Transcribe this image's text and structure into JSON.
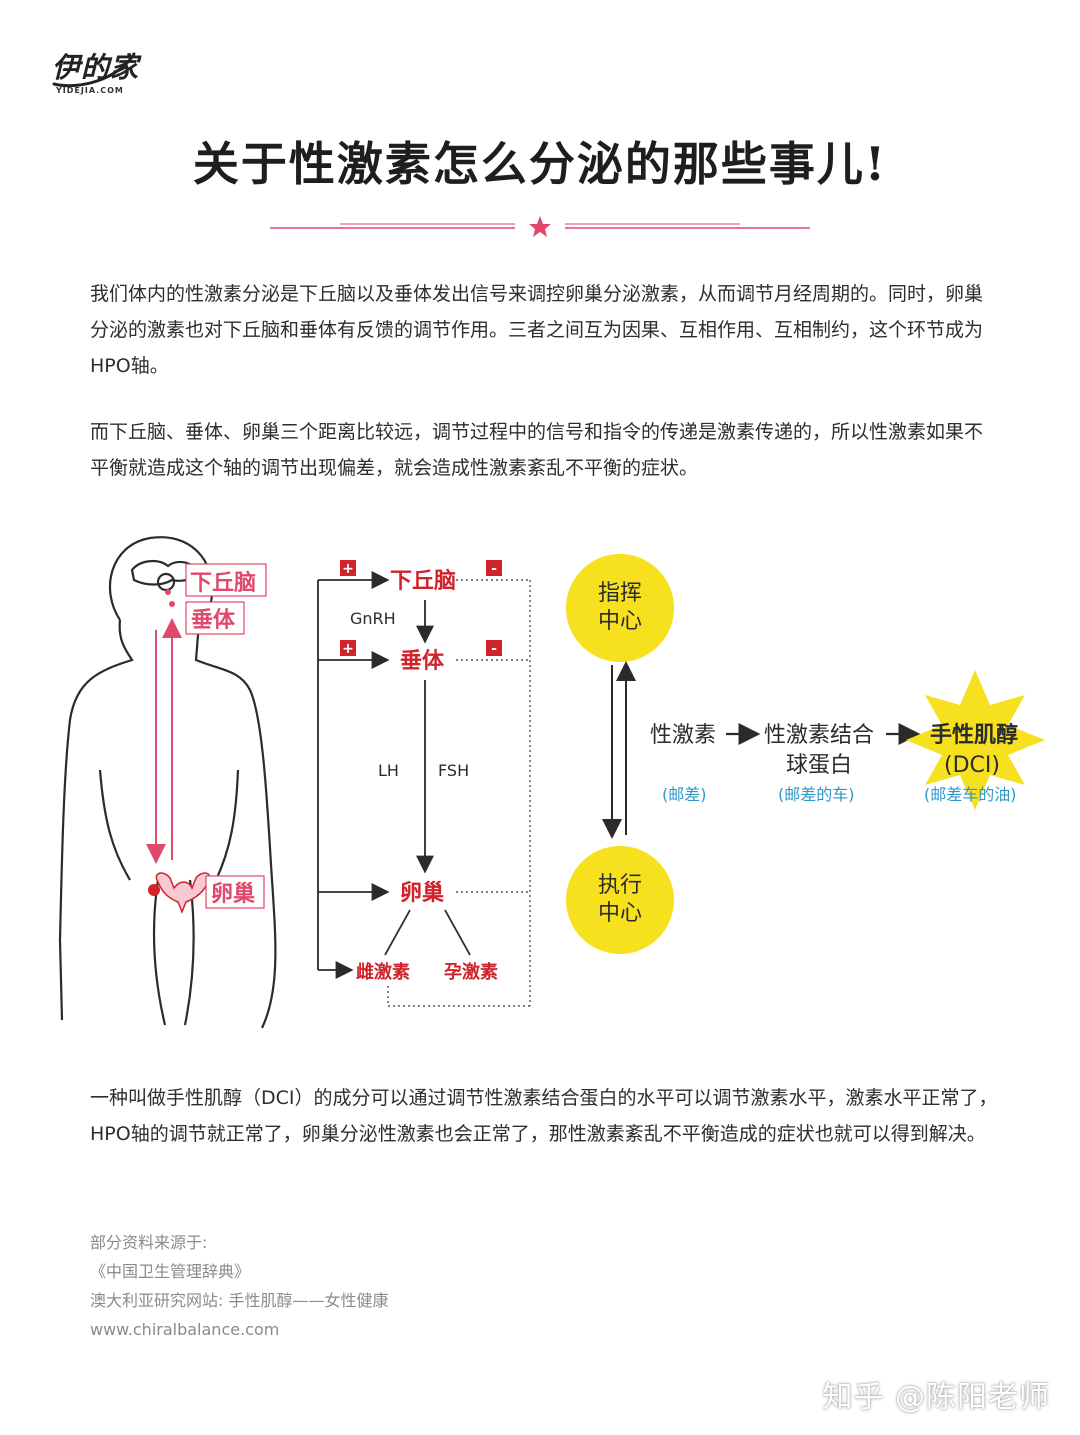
{
  "logo": {
    "name": "伊的家",
    "site": "YIDEJIA.COM"
  },
  "title": "关于性激素怎么分泌的那些事儿!",
  "intro": {
    "p1": "我们体内的性激素分泌是下丘脑以及垂体发出信号来调控卵巢分泌激素，从而调节月经周期的。同时，卵巢分泌的激素也对下丘脑和垂体有反馈的调节作用。三者之间互为因果、互相作用、互相制约，这个环节成为HPO轴。",
    "p2": "而下丘脑、垂体、卵巢三个距离比较远，调节过程中的信号和指令的传递是激素传递的，所以性激素如果不平衡就造成这个轴的调节出现偏差，就会造成性激素紊乱不平衡的症状。"
  },
  "diagram": {
    "body_labels": {
      "hypothalamus": "下丘脑",
      "pituitary": "垂体",
      "ovary": "卵巢"
    },
    "flow": {
      "hypothalamus": "下丘脑",
      "gnrh": "GnRH",
      "pituitary": "垂体",
      "lh": "LH",
      "fsh": "FSH",
      "ovary": "卵巢",
      "estrogen": "雌激素",
      "progesterone": "孕激素",
      "plus": "+",
      "minus": "-"
    },
    "center_top": {
      "line1": "指挥",
      "line2": "中心"
    },
    "center_bottom": {
      "line1": "执行",
      "line2": "中心"
    },
    "chain": {
      "hormone": "性激素",
      "hormone_note": "(邮差)",
      "shbg_line1": "性激素结合",
      "shbg_line2": "球蛋白",
      "shbg_note": "(邮差的车)",
      "dci_line1": "手性肌醇",
      "dci_line2": "(DCI)",
      "dci_note": "(邮差车的油)"
    }
  },
  "conclusion": "一种叫做手性肌醇（DCI）的成分可以通过调节性激素结合蛋白的水平可以调节激素水平，激素水平正常了，HPO轴的调节就正常了，卵巢分泌性激素也会正常了，那性激素紊乱不平衡造成的症状也就可以得到解决。",
  "sources": {
    "heading": "部分资料来源于:",
    "items": [
      "《中国卫生管理辞典》",
      "澳大利亚研究网站: 手性肌醇——女性健康",
      "www.chiralbalance.com"
    ]
  },
  "watermark": "知乎 @陈阳老师",
  "colors": {
    "accent_pink": "#e0486c",
    "accent_red": "#d0232b",
    "yellow": "#f7e01e",
    "blue_note": "#2d98c8"
  }
}
